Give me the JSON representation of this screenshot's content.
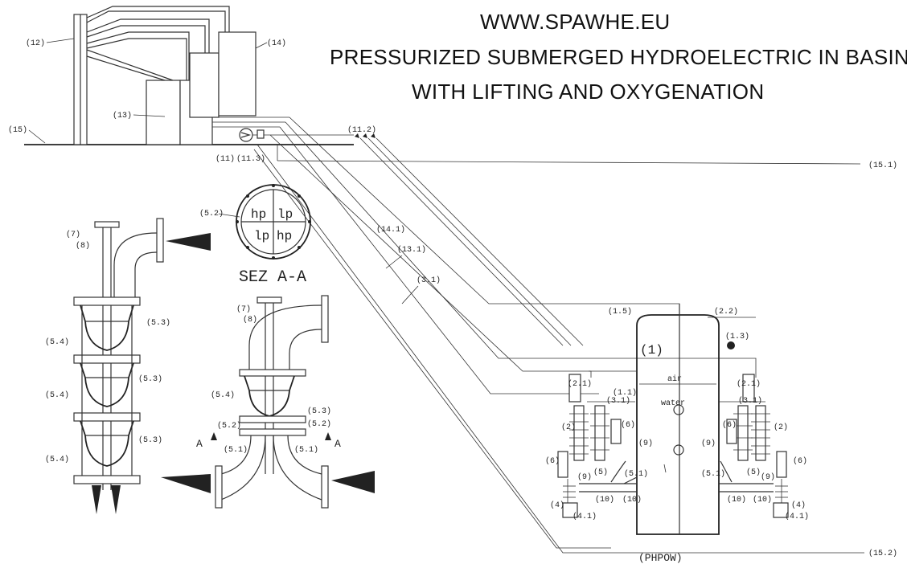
{
  "title": {
    "line1": "WWW.SPAWHE.EU",
    "line2": "PRESSURIZED SUBMERGED HYDROELECTRIC IN BASIN",
    "line3": "WITH LIFTING AND OXYGENATION"
  },
  "labels": {
    "l12": "(12)",
    "l13": "(13)",
    "l14": "(14)",
    "l15": "(15)",
    "l11": "(11)",
    "l11_2": "(11.2)",
    "l11_3": "(11.3)",
    "l15_1": "(15.1)",
    "l14_1": "(14.1)",
    "l13_1": "(13.1)",
    "l3_1": "(3.1)",
    "l15_2": "(15.2)",
    "l5_2": "(5.2)",
    "l7": "(7)",
    "l8": "(8)",
    "l5_3": "(5.3)",
    "l5_4": "(5.4)",
    "l5_1": "(5.1)",
    "l1_5": "(1.5)",
    "l2_2": "(2.2)",
    "l1_3": "(1.3)",
    "l1": "(1)",
    "l2_1": "(2.1)",
    "l3_1b": "(3.1)",
    "l1_1": "(1.1)",
    "l2": "(2)",
    "l6": "(6)",
    "l9": "(9)",
    "l10": "(10)",
    "l4": "(4)",
    "l4_1": "(4.1)",
    "l5": "(5)",
    "hp": "hp",
    "lp": "lp",
    "section": "SEZ A-A",
    "mark_a": "A",
    "air": "air",
    "water": "water",
    "phpow": "(PHPOW)"
  }
}
